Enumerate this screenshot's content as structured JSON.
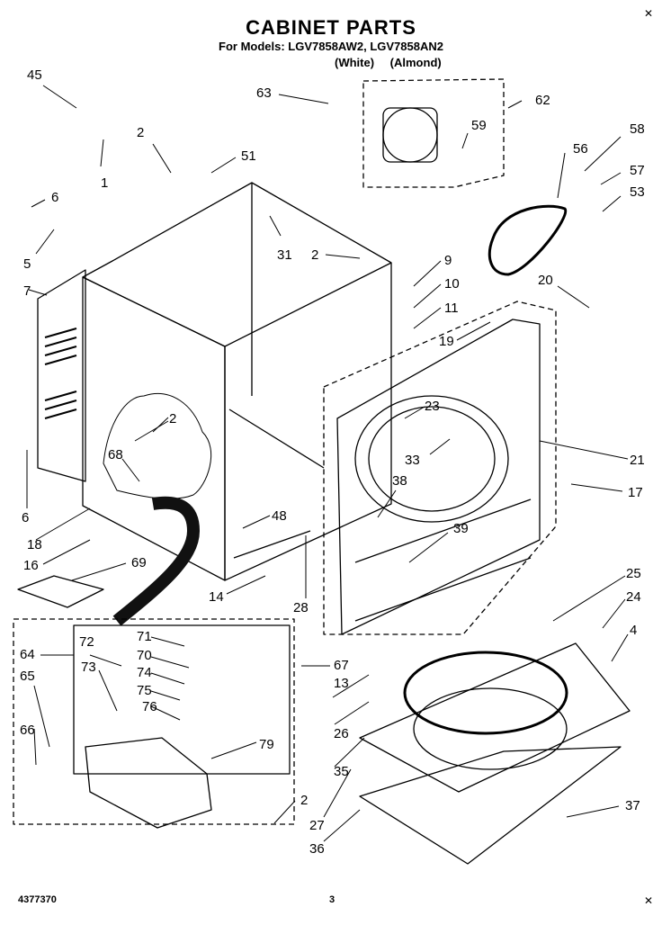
{
  "header": {
    "title": "CABINET PARTS",
    "models_line": "For Models: LGV7858AW2, LGV7858AN2",
    "color_white": "(White)",
    "color_almond": "(Almond)"
  },
  "footer": {
    "doc_number": "4377370",
    "page_number": "3"
  },
  "callouts": [
    "45",
    "1",
    "2",
    "51",
    "63",
    "62",
    "59",
    "58",
    "56",
    "57",
    "53",
    "6",
    "5",
    "7",
    "31",
    "2",
    "9",
    "10",
    "11",
    "19",
    "20",
    "21",
    "23",
    "33",
    "38",
    "17",
    "2",
    "68",
    "6",
    "18",
    "16",
    "69",
    "48",
    "14",
    "28",
    "39",
    "25",
    "24",
    "4",
    "67",
    "13",
    "26",
    "35",
    "2",
    "27",
    "36",
    "37",
    "64",
    "72",
    "73",
    "65",
    "66",
    "71",
    "70",
    "74",
    "75",
    "76",
    "79"
  ]
}
